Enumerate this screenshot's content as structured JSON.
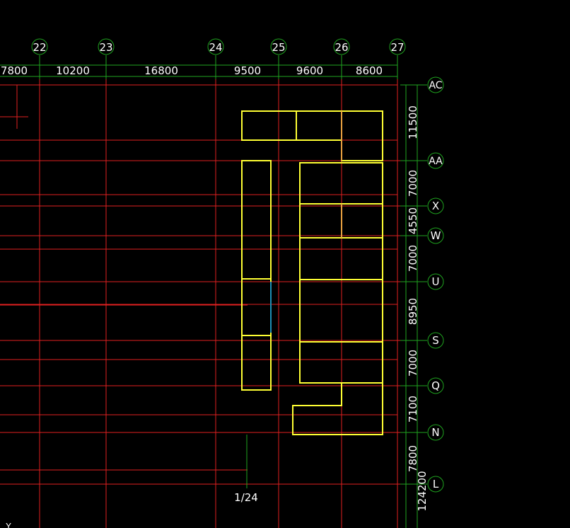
{
  "colors": {
    "background": "#000000",
    "grid_line": "#e02020",
    "dim_line": "#1fa31f",
    "outline": "#ffff33",
    "accent": "#1e8fb5",
    "text": "#ffffff"
  },
  "column_axes": [
    {
      "label": "22"
    },
    {
      "label": "23"
    },
    {
      "label": "24"
    },
    {
      "label": "25"
    },
    {
      "label": "26"
    },
    {
      "label": "27"
    }
  ],
  "column_dims": [
    {
      "value": "7800"
    },
    {
      "value": "10200"
    },
    {
      "value": "16800"
    },
    {
      "value": "9500"
    },
    {
      "value": "9600"
    },
    {
      "value": "8600"
    }
  ],
  "row_axes": [
    {
      "label": "AC"
    },
    {
      "label": "AA"
    },
    {
      "label": "X"
    },
    {
      "label": "W"
    },
    {
      "label": "U"
    },
    {
      "label": "S"
    },
    {
      "label": "Q"
    },
    {
      "label": "N"
    },
    {
      "label": "L"
    }
  ],
  "row_dims": [
    {
      "value": "11500"
    },
    {
      "value": "7000"
    },
    {
      "value": "4550"
    },
    {
      "value": "7000"
    },
    {
      "value": "8950"
    },
    {
      "value": "7000"
    },
    {
      "value": "7100"
    },
    {
      "value": "7800"
    },
    {
      "value": "124200"
    }
  ],
  "section_label": "1/24",
  "corner_label": "Y"
}
